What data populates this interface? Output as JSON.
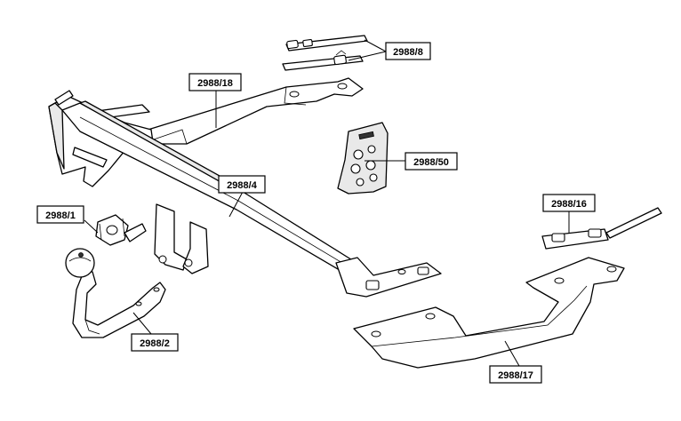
{
  "callouts": {
    "brackets_small": "2988/8",
    "left_arm": "2988/18",
    "fixing_kit": "2988/50",
    "crossbar": "2988/4",
    "socket_plate": "2988/1",
    "right_plate": "2988/16",
    "right_arm": "2988/17",
    "towball": "2988/2"
  }
}
